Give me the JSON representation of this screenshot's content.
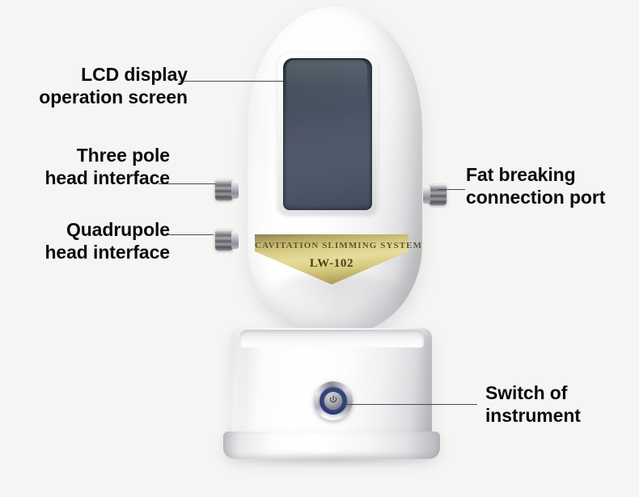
{
  "background_color": "#f5f5f4",
  "product": {
    "name": "Cavitation Slimming System",
    "badge_line1": "CAVITATION  SLIMMING  SYSTEM",
    "badge_line2": "LW-102",
    "model": "LW-102",
    "body_color": "#ffffff",
    "badge_color": "#d6c87e",
    "screen_color": "#4b5466",
    "switch_accent_color": "#1d2a63"
  },
  "callouts": [
    {
      "id": "lcd",
      "label": "LCD display\noperation screen",
      "side": "left",
      "target": "lcd-screen"
    },
    {
      "id": "threepole",
      "label": "Three pole\nhead interface",
      "side": "left",
      "target": "port-threepole"
    },
    {
      "id": "quadrupole",
      "label": "Quadrupole\nhead interface",
      "side": "left",
      "target": "port-quadrupole"
    },
    {
      "id": "fat",
      "label": "Fat breaking\nconnection port",
      "side": "right",
      "target": "port-fat"
    },
    {
      "id": "switch",
      "label": "Switch of\ninstrument",
      "side": "right",
      "target": "power-switch"
    }
  ],
  "leader_line_color": "#4a4a50",
  "text_color": "#0c0c0c"
}
